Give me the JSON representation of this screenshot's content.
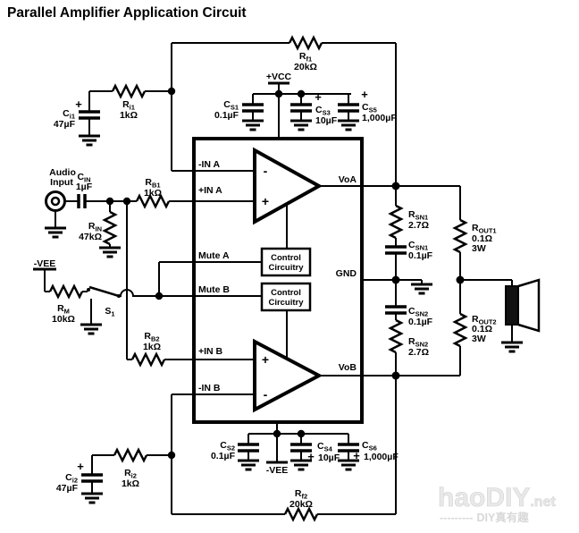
{
  "title": "Parallel Amplifier Application Circuit",
  "ic": {
    "pins": {
      "neg_in_a": "-IN A",
      "pos_in_a": "+IN A",
      "mute_a": "Mute A",
      "mute_b": "Mute B",
      "pos_in_b": "+IN B",
      "neg_in_b": "-IN B",
      "out_a": "VoA",
      "gnd": "GND",
      "out_b": "VoB"
    },
    "control_box": {
      "line1": "Control",
      "line2": "Circuitry"
    },
    "opamp": {
      "plus": "+",
      "minus": "-"
    }
  },
  "power": {
    "vcc": "+VCC",
    "vee": "-VEE"
  },
  "input": {
    "line1": "Audio",
    "line2": "Input"
  },
  "components": {
    "rf1": {
      "prefix": "R",
      "sub": "f1",
      "value": "20kΩ"
    },
    "ri1": {
      "prefix": "R",
      "sub": "i1",
      "value": "1kΩ"
    },
    "ci1": {
      "prefix": "C",
      "sub": "i1",
      "value": "47µF",
      "polarity": "+"
    },
    "cin": {
      "prefix": "C",
      "sub": "IN",
      "value": "1µF"
    },
    "rin": {
      "prefix": "R",
      "sub": "IN",
      "value": "47kΩ"
    },
    "rb1": {
      "prefix": "R",
      "sub": "B1",
      "value": "1kΩ"
    },
    "rm": {
      "prefix": "R",
      "sub": "M",
      "value": "10kΩ"
    },
    "s1": {
      "prefix": "S",
      "sub": "1"
    },
    "rb2": {
      "prefix": "R",
      "sub": "B2",
      "value": "1kΩ"
    },
    "ri2": {
      "prefix": "R",
      "sub": "i2",
      "value": "1kΩ"
    },
    "ci2": {
      "prefix": "C",
      "sub": "i2",
      "value": "47µF",
      "polarity": "+"
    },
    "rf2": {
      "prefix": "R",
      "sub": "f2",
      "value": "20kΩ"
    },
    "cs1": {
      "prefix": "C",
      "sub": "S1",
      "value": "0.1µF"
    },
    "cs3": {
      "prefix": "C",
      "sub": "S3",
      "value": "10µF",
      "polarity": "+"
    },
    "cs5": {
      "prefix": "C",
      "sub": "S5",
      "value": "1,000µF",
      "polarity": "+"
    },
    "cs2": {
      "prefix": "C",
      "sub": "S2",
      "value": "0.1µF"
    },
    "cs4": {
      "prefix": "C",
      "sub": "S4",
      "value": "10µF",
      "polarity": "+"
    },
    "cs6": {
      "prefix": "C",
      "sub": "S6",
      "value": "1,000µF",
      "polarity": "+"
    },
    "rsn1": {
      "prefix": "R",
      "sub": "SN1",
      "value": "2.7Ω"
    },
    "csn1": {
      "prefix": "C",
      "sub": "SN1",
      "value": "0.1µF"
    },
    "csn2": {
      "prefix": "C",
      "sub": "SN2",
      "value": "0.1µF"
    },
    "rsn2": {
      "prefix": "R",
      "sub": "SN2",
      "value": "2.7Ω"
    },
    "rout1": {
      "prefix": "R",
      "sub": "OUT1",
      "value": "0.1Ω",
      "power": "3W"
    },
    "rout2": {
      "prefix": "R",
      "sub": "OUT2",
      "value": "0.1Ω",
      "power": "3W"
    }
  },
  "watermark": {
    "brand": "haoDIY",
    "suffix": ".net",
    "dashes": "---------",
    "tagline": "DIY真有趣"
  }
}
